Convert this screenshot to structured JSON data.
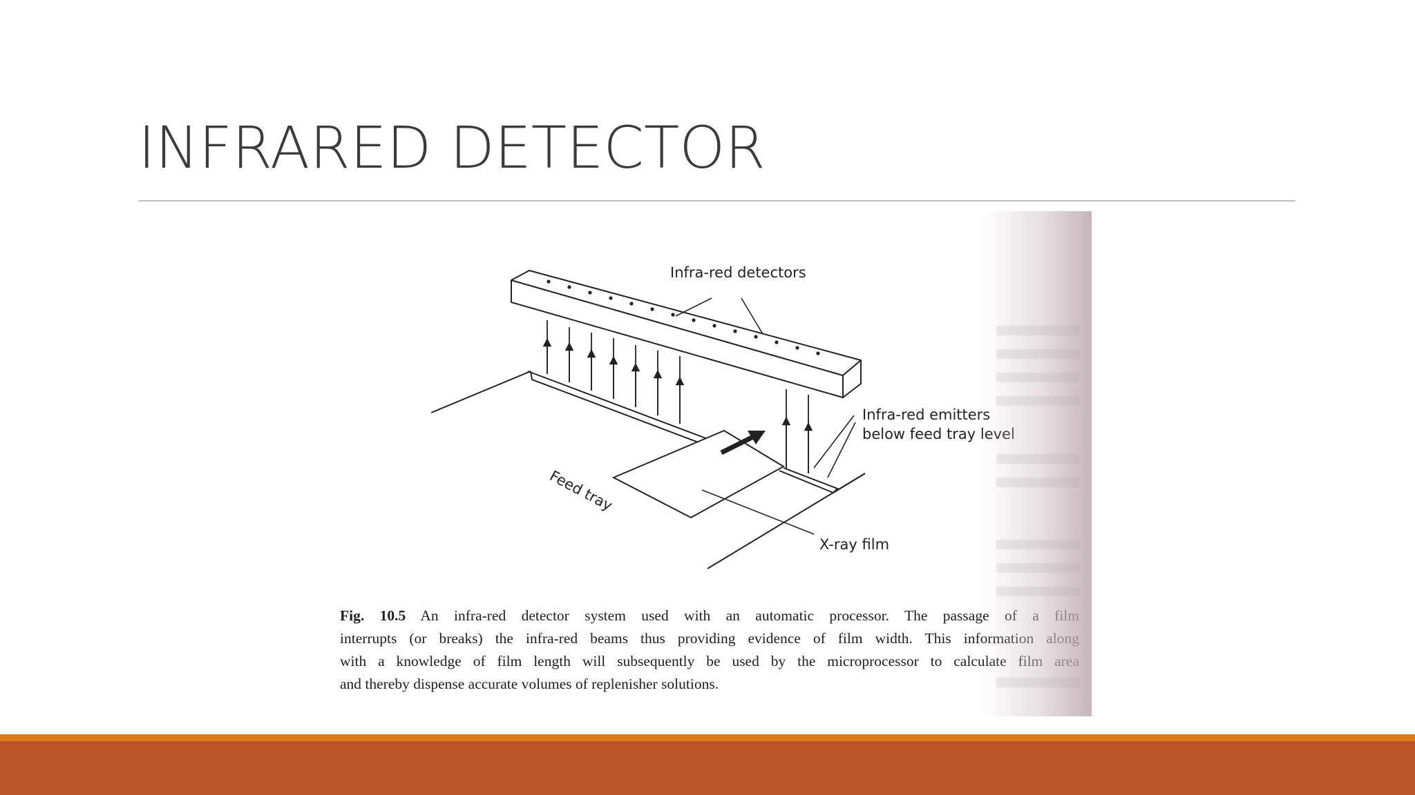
{
  "slide": {
    "title": "INFRARED DETECTOR"
  },
  "figure": {
    "labels": {
      "detectors": "Infra-red detectors",
      "emitters_line1": "Infra-red emitters",
      "emitters_line2": "below feed tray level",
      "feed_tray": "Feed tray",
      "xray_film": "X-ray film"
    },
    "caption": {
      "fig_number": "Fig. 10.5",
      "line1": "An infra-red detector system used with an automatic processor. The passage of a film",
      "line2": "interrupts (or breaks) the infra-red beams thus providing evidence of film width. This information along",
      "line3": "with a knowledge of film length will subsequently be used by the microprocessor to calculate film area",
      "line4": "and thereby dispense accurate volumes of replenisher solutions."
    }
  },
  "colors": {
    "accent_orange": "#e07b1a",
    "accent_rust": "#bc5629"
  }
}
